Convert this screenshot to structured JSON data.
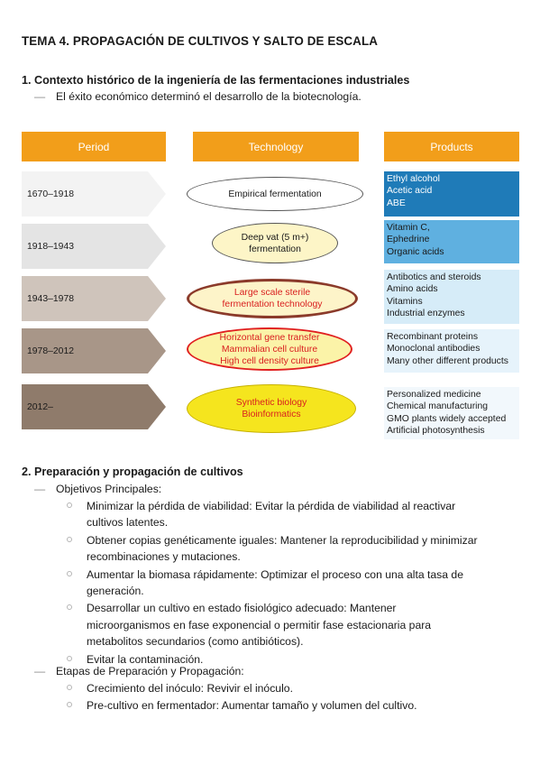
{
  "title": "TEMA 4. PROPAGACIÓN DE CULTIVOS Y SALTO DE ESCALA",
  "section1": {
    "heading": "1. Contexto histórico de la ingeniería de las fermentaciones industriales",
    "bullet": "El éxito económico determinó el desarrollo de la biotecnología."
  },
  "figure": {
    "headers": {
      "period": "Period",
      "technology": "Technology",
      "products": "Products"
    },
    "periods": [
      "1670–1918",
      "1918–1943",
      "1943–1978",
      "1978–2012",
      "2012–"
    ],
    "technologies": [
      [
        "Empirical fermentation"
      ],
      [
        "Deep vat (5 m+)",
        "fermentation"
      ],
      [
        "Large scale sterile",
        "fermentation technology"
      ],
      [
        "Horizontal gene transfer",
        "Mammalian cell culture",
        "High cell density culture"
      ],
      [
        "Synthetic biology",
        "Bioinformatics"
      ]
    ],
    "products": [
      [
        "Ethyl alcohol",
        "Acetic acid",
        "ABE"
      ],
      [
        "Vitamin C,",
        "Ephedrine",
        "Organic acids"
      ],
      [
        "Antibotics and steroids",
        "Amino acids",
        "Vitamins",
        "Industrial enzymes"
      ],
      [
        "Recombinant proteins",
        "Monoclonal antibodies",
        "Many other different products"
      ],
      [
        "Personalized medicine",
        "Chemical manufacturing",
        "GMO plants widely accepted",
        "Artificial photosynthesis"
      ]
    ],
    "colors": {
      "header": "#f29e1a",
      "periods": [
        "#f3f3f3",
        "#e4e4e4",
        "#cfc4bb",
        "#a89688",
        "#8f7b6b"
      ],
      "products": [
        "#1f7bb8",
        "#5fb0e0",
        "#d6ecf8",
        "#e6f3fb",
        "#f2f8fc"
      ]
    }
  },
  "section2": {
    "heading": "2. Preparación y propagación de cultivos",
    "objectives_label": "Objetivos Principales:",
    "objectives": [
      [
        "Minimizar la pérdida de viabilidad: Evitar la pérdida de viabilidad al reactivar",
        "cultivos latentes."
      ],
      [
        "Obtener copias genéticamente iguales: Mantener la reproducibilidad y minimizar",
        "recombinaciones y mutaciones."
      ],
      [
        "Aumentar la biomasa rápidamente: Optimizar el proceso con una alta tasa de",
        "generación."
      ],
      [
        "Desarrollar un cultivo en estado fisiológico adecuado: Mantener",
        "microorganismos en fase exponencial o permitir fase estacionaria para",
        "metabolitos secundarios (como antibióticos)."
      ],
      [
        "Evitar la contaminación."
      ]
    ],
    "stages_label": "Etapas de Preparación y Propagación:",
    "stages": [
      [
        "Crecimiento del inóculo: Revivir el inóculo."
      ],
      [
        "Pre-cultivo en fermentador: Aumentar tamaño y volumen del cultivo."
      ]
    ]
  }
}
